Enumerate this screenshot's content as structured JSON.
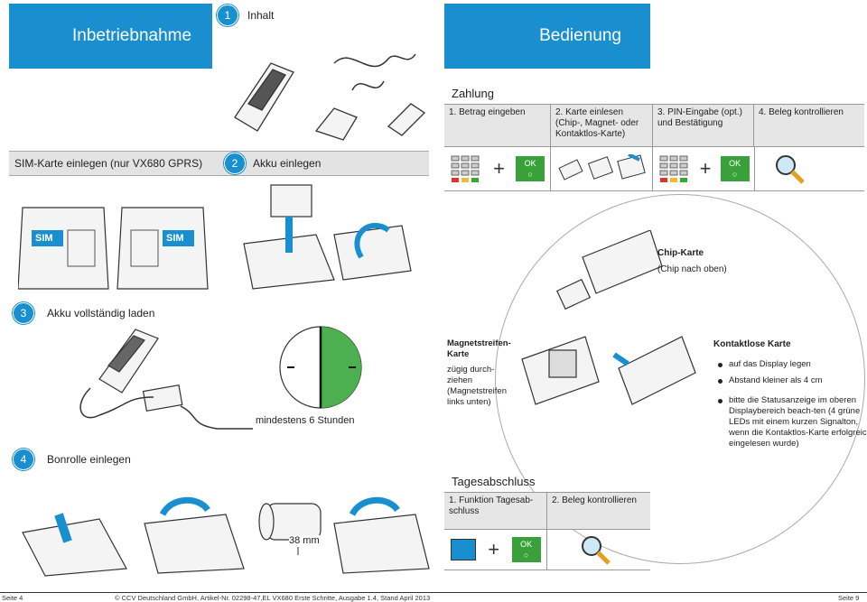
{
  "left_banner": {
    "title": "Inbetriebnahme"
  },
  "right_banner": {
    "title": "Bedienung"
  },
  "inhalt": {
    "number": "1",
    "label": "Inhalt"
  },
  "sim": {
    "label": "SIM-Karte einlegen (nur VX680 GPRS)",
    "slot_label": "SIM"
  },
  "akku": {
    "number": "2",
    "label": "Akku einlegen"
  },
  "laden": {
    "number": "3",
    "label": "Akku vollständig laden",
    "duration": "mindestens  6 Stunden"
  },
  "bonrolle": {
    "number": "4",
    "label": "Bonrolle einlegen",
    "size": "38 mm"
  },
  "zahlung": {
    "title": "Zahlung",
    "steps": [
      "1. Betrag eingeben",
      "2. Karte einlesen (Chip-, Magnet- oder Kontaktlos-Karte)",
      "3. PIN-Eingabe (opt.) und Bestätigung",
      "4. Beleg kontrollieren"
    ],
    "ok_label": "OK",
    "plus": "+"
  },
  "chip": {
    "title": "Chip-Karte",
    "note": "(Chip nach oben)"
  },
  "magnet": {
    "title": "Magnetstreifen-Karte",
    "text": "zügig durch-ziehen (Magnetstreifen links unten)"
  },
  "kontaktlos": {
    "title": "Kontaktlose Karte",
    "items": [
      "auf das Display legen",
      "Abstand kleiner als 4 cm",
      "bitte die Statusanzeige im oberen Displaybereich beach-ten (4 grüne LEDs mit einem kurzen Signalton, wenn die Kontaktlos-Karte erfolgreich eingelesen wurde)"
    ]
  },
  "tagesabschluss": {
    "title": "Tagesabschluss",
    "steps": [
      "1. Funktion Tagesab-schluss",
      "2. Beleg kontrollieren"
    ],
    "ok_label": "OK",
    "plus": "+"
  },
  "footer": {
    "left": "Seite 4",
    "center": "© CCV Deutschland GmbH,  Artikel-Nr. 02298-47,EL    VX680 Erste Schritte,  Ausgabe 1.4,  Stand April 2013",
    "right": "Seite 9"
  },
  "colors": {
    "accent": "#1a8fd0",
    "ok_green": "#3aa13a",
    "header_gray": "#e3e3e3"
  }
}
